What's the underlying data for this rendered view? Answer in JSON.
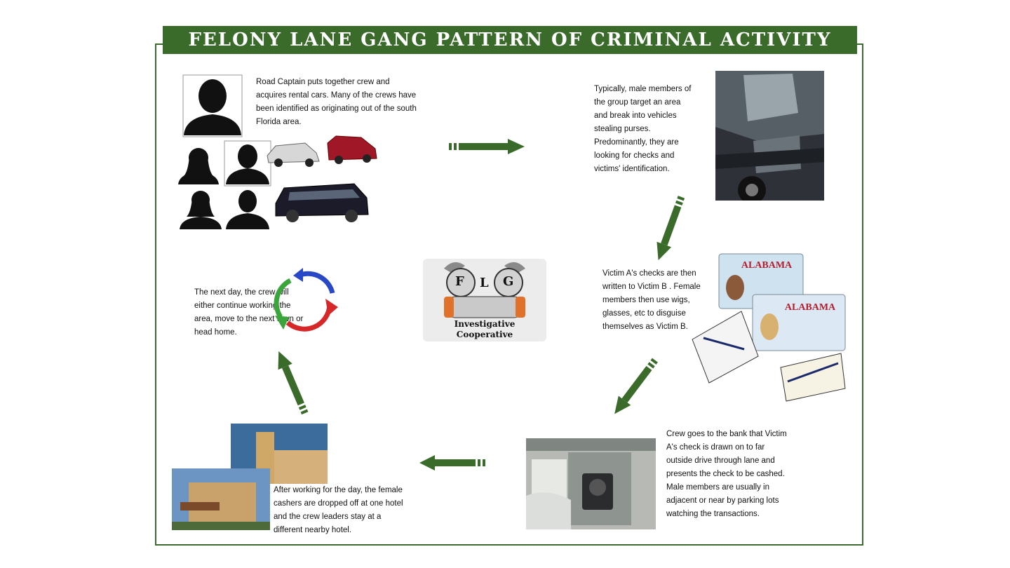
{
  "title": "FELONY LANE GANG PATTERN OF CRIMINAL ACTIVITY",
  "steps": [
    "Road Captain puts together crew and acquires rental cars.  Many of the crews have been identified as originating out of the  south Florida area.",
    "Typically, male members of the group target an area and break into vehicles stealing purses. Predominantly, they are looking for checks and victims' identification.",
    "Victim A's checks are then written to Victim B . Female members then use wigs, glasses, etc to disguise themselves as Victim B.",
    "Crew goes to the bank that Victim A's check is drawn on to far outside drive through lane and presents the check to be cashed. Male members are usually in adjacent or near by parking lots watching the transactions.",
    "After working for the day, the female cashers are dropped off at one hotel and the  crew leaders stay at a different nearby hotel.",
    "The next day, the crew will either continue working the area, move to the next town or head home."
  ],
  "logo": {
    "letters": [
      "F",
      "L",
      "G"
    ],
    "caption_line1": "Investigative",
    "caption_line2": "Cooperative"
  },
  "id_card": {
    "state": "ALABAMA"
  },
  "colors": {
    "accent": "#3a6b2b",
    "frame": "#3d6b2f"
  }
}
